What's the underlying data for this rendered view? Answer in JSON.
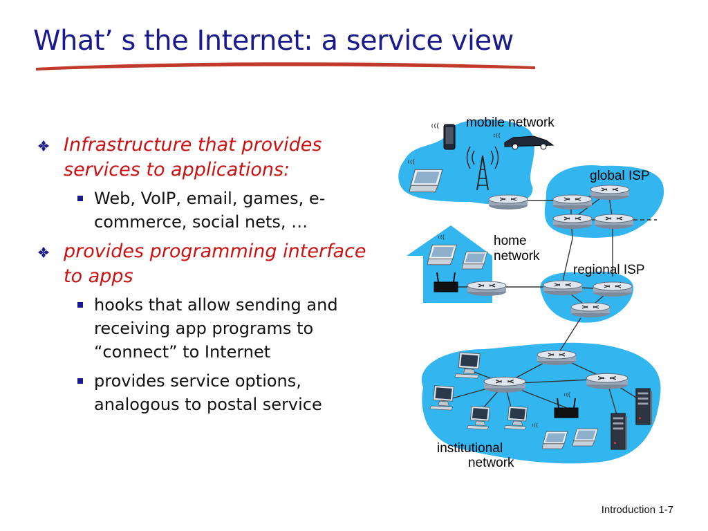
{
  "slide": {
    "title": "What’ s the Internet: a service view",
    "footer": "Introduction 1-7"
  },
  "bullets": [
    {
      "text": "Infrastructure that provides services to applications:",
      "sub": [
        "Web, VoIP, email, games, e-commerce, social nets, …"
      ]
    },
    {
      "text": "provides programming interface to apps",
      "sub": [
        "hooks that allow sending and receiving  app programs to “connect” to Internet",
        "provides service options, analogous to postal service"
      ]
    }
  ],
  "diagram": {
    "labels": {
      "mobile": "mobile network",
      "global_isp": "global ISP",
      "home_line1": "home",
      "home_line2": "network",
      "regional_isp": "regional ISP",
      "inst_line1": "institutional",
      "inst_line2": "network"
    }
  },
  "colors": {
    "title": "#1a1a8c",
    "bullet_red": "#cc1111",
    "network_blue": "#33b5f0",
    "underline": "#c0392b"
  },
  "icons": [
    "diamond-bullet-icon",
    "router-icon",
    "laptop-icon",
    "desktop-pc-icon",
    "server-icon",
    "cell-tower-icon",
    "smartphone-icon",
    "car-icon",
    "wifi-access-point-icon"
  ]
}
